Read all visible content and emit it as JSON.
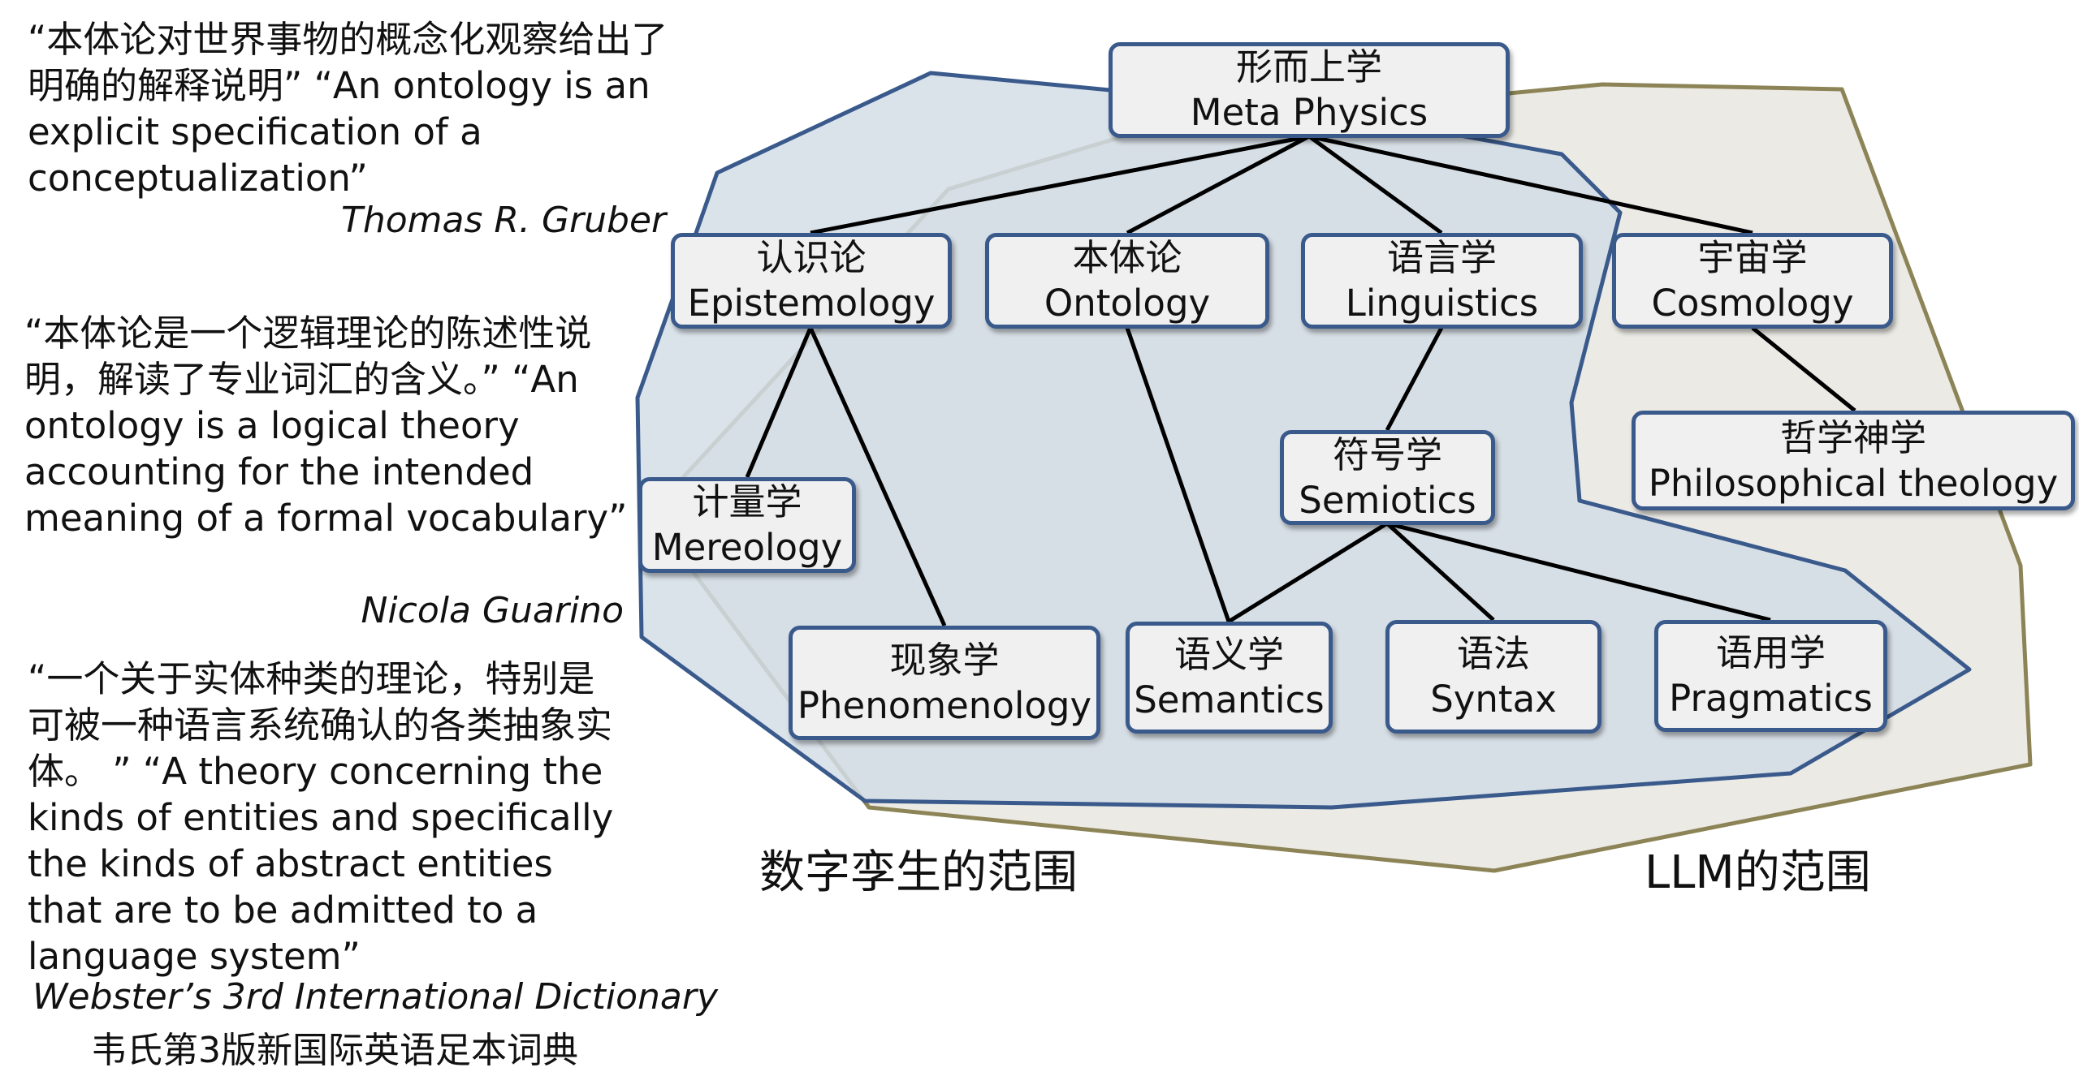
{
  "quotes": [
    {
      "text": "“本体论对世界事物的概念化观察给出了明确的解释说明” “An ontology is an explicit specification of a conceptualization”",
      "author": "Thomas R. Gruber"
    },
    {
      "text": "“本体论是一个逻辑理论的陈述性说明，解读了专业词汇的含义。” “An ontology is a logical theory accounting for the intended meaning of a formal vocabulary”",
      "author": "Nicola Guarino"
    },
    {
      "text": "“一个关于实体种类的理论，特别是可被一种语言系统确认的各类抽象实体。 ” “A theory concerning the kinds of entities and specifically the kinds of abstract entities that are to be admitted to a language system”",
      "author": "Webster’s 3rd International Dictionary",
      "author_cn": "韦氏第3版新国际英语足本词典"
    }
  ],
  "nodes": {
    "metaphysics": {
      "cn": "形而上学",
      "en": "Meta Physics"
    },
    "epistemology": {
      "cn": "认识论",
      "en": "Epistemology"
    },
    "ontology": {
      "cn": "本体论",
      "en": "Ontology"
    },
    "linguistics": {
      "cn": "语言学",
      "en": "Linguistics"
    },
    "cosmology": {
      "cn": "宇宙学",
      "en": "Cosmology"
    },
    "mereology": {
      "cn": "计量学",
      "en": "Mereology"
    },
    "phenomenology": {
      "cn": "现象学",
      "en": "Phenomenology"
    },
    "semiotics": {
      "cn": "符号学",
      "en": "Semiotics"
    },
    "semantics": {
      "cn": "语义学",
      "en": "Semantics"
    },
    "syntax": {
      "cn": "语法",
      "en": "Syntax"
    },
    "pragmatics": {
      "cn": "语用学",
      "en": "Pragmatics"
    },
    "philosophical_theology": {
      "cn": "哲学神学",
      "en": "Philosophical theology"
    }
  },
  "regions": {
    "digital_twin": "数字孪生的范围",
    "llm": "LLM的范围"
  },
  "colors": {
    "digital_twin_fill": "#d3dde6",
    "digital_twin_stroke": "#3a5a8c",
    "llm_fill": "#ebeae5",
    "llm_stroke": "#8c8456",
    "node_fill": "#f0f0f0",
    "node_border": "#3a5a8c",
    "edge": "#000000"
  }
}
